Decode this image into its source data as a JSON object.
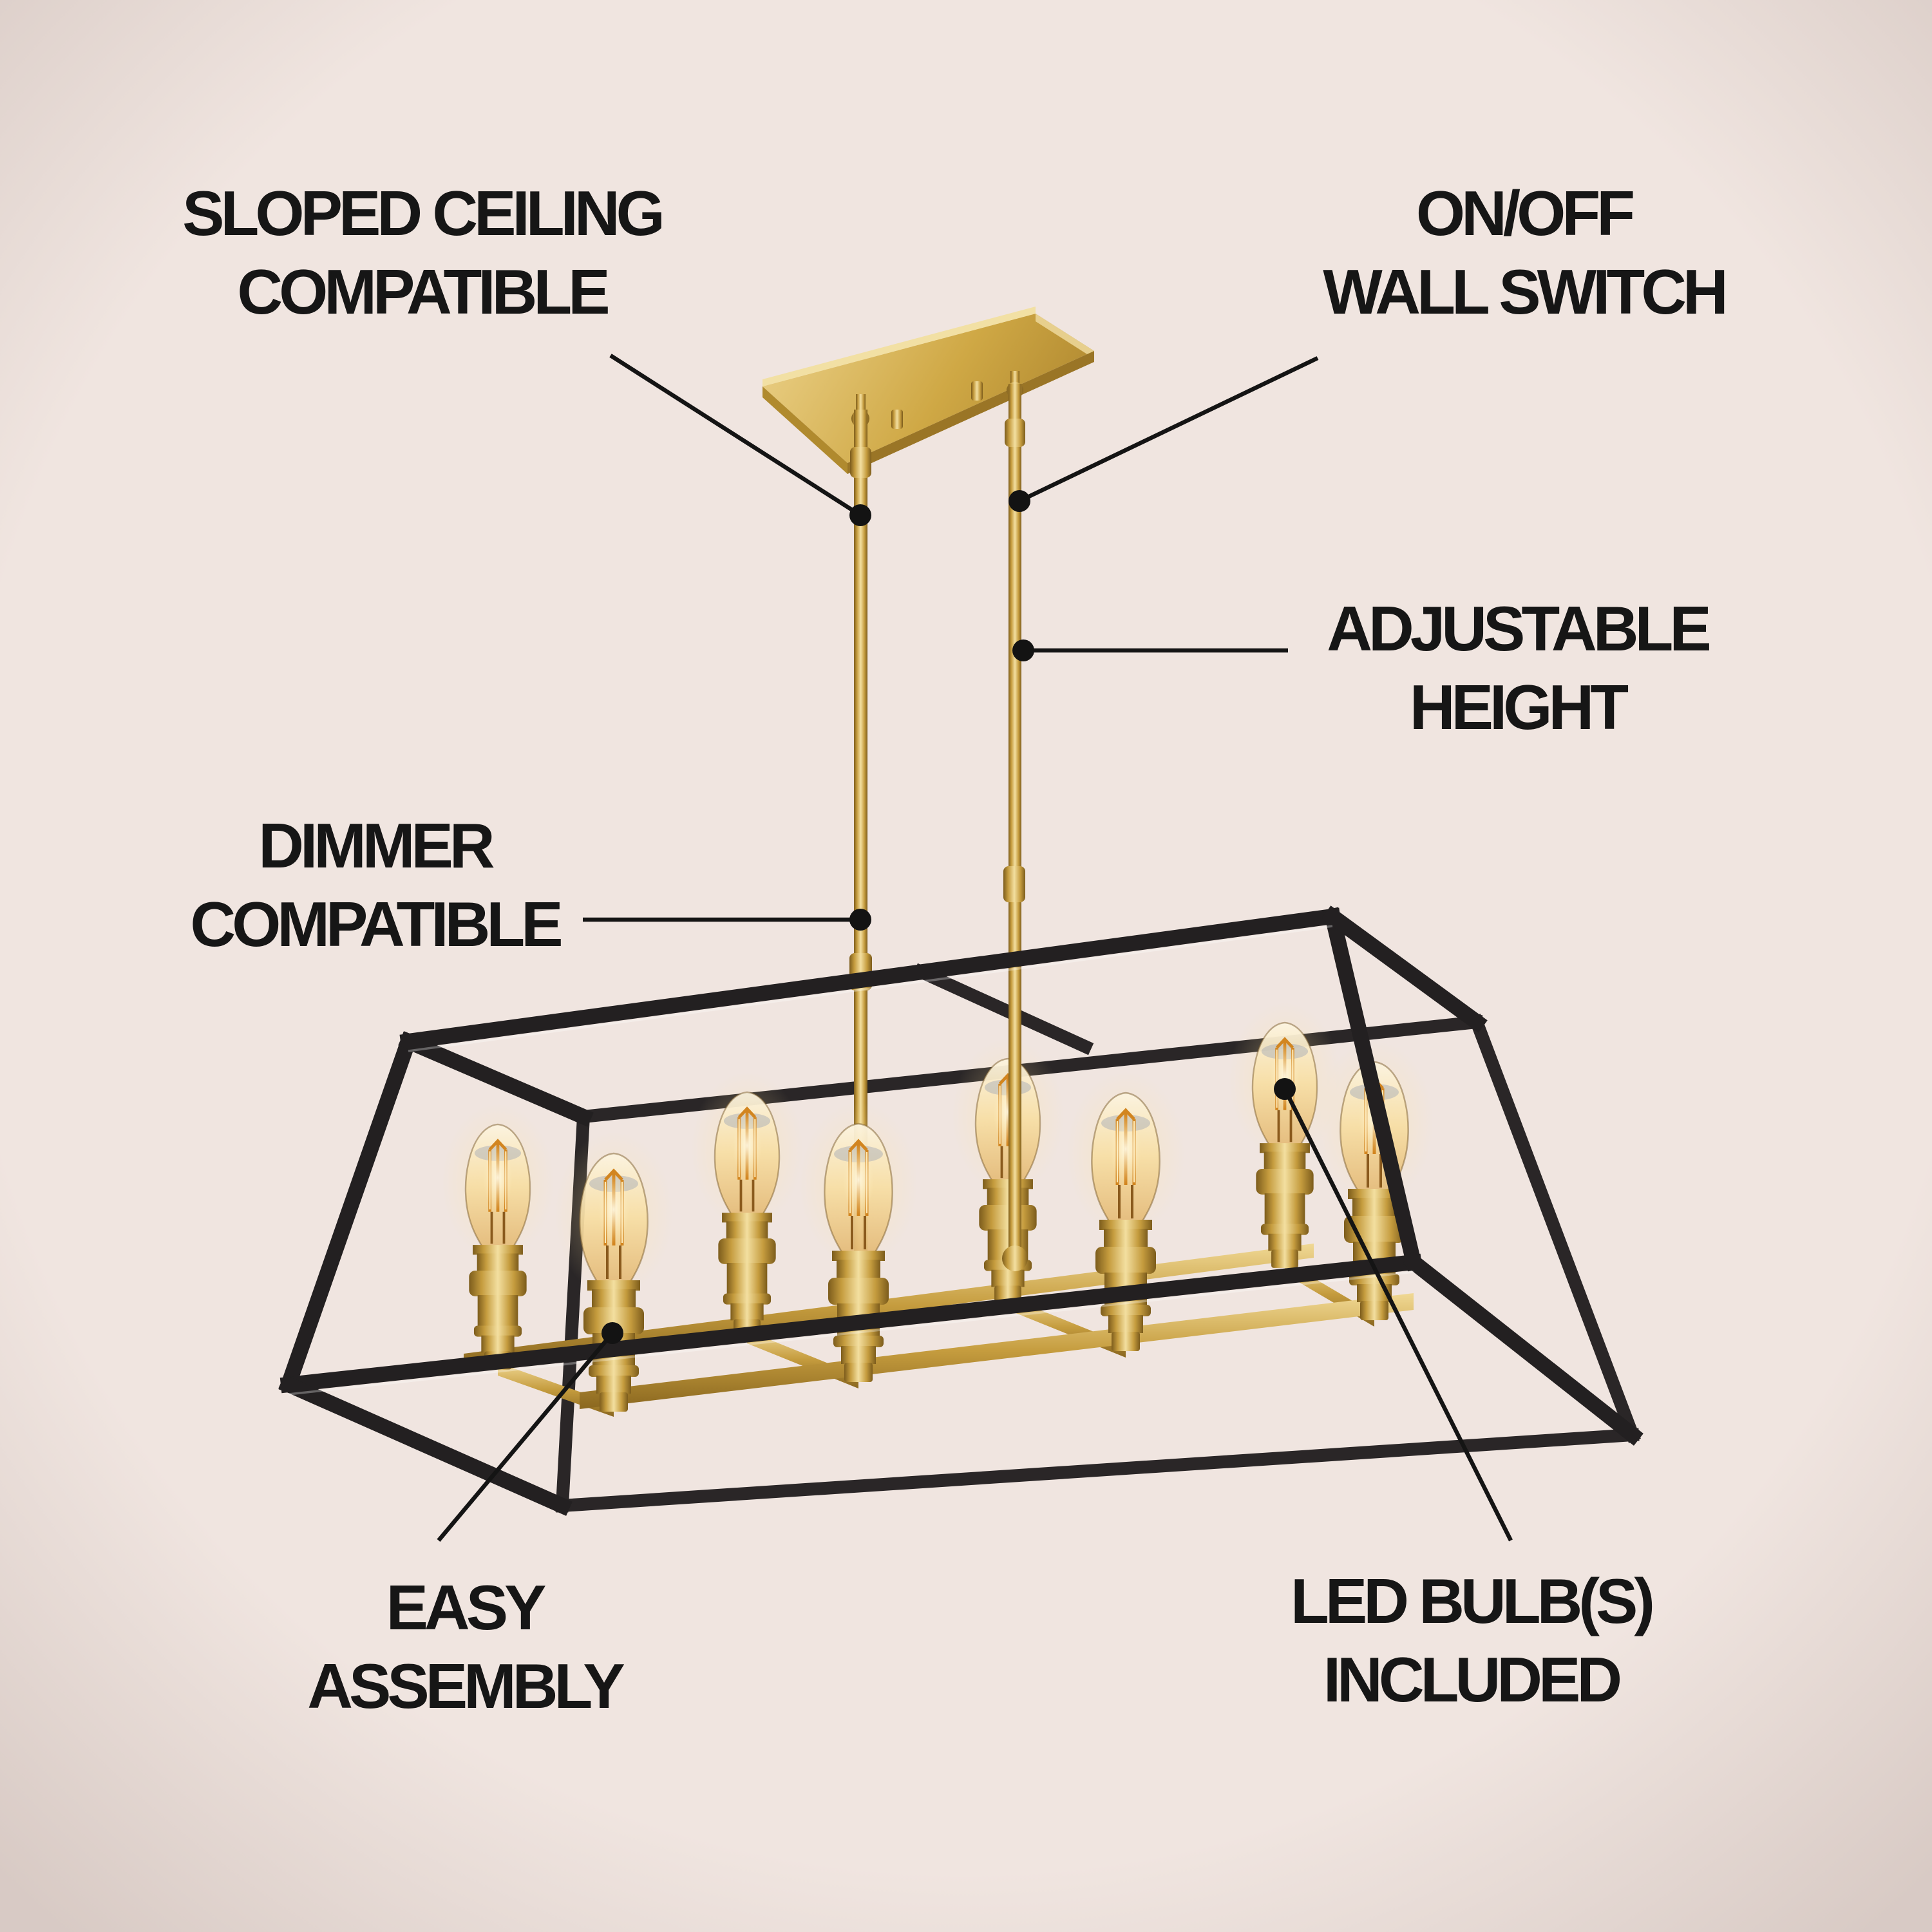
{
  "canvas": {
    "background_color": "#efe4df",
    "vignette_color": "rgba(93,64,55,0.16)",
    "text_color": "#161616",
    "callout_line_color": "#141414"
  },
  "callouts": {
    "sloped_ceiling": {
      "lines": [
        "SLOPED CEILING",
        "COMPATIBLE"
      ]
    },
    "on_off_wall_switch": {
      "lines": [
        "ON/OFF",
        "WALL SWITCH"
      ]
    },
    "adjustable_height": {
      "lines": [
        "ADJUSTABLE",
        "HEIGHT"
      ]
    },
    "dimmer_compatible": {
      "lines": [
        "DIMMER",
        "COMPATIBLE"
      ]
    },
    "easy_assembly": {
      "lines": [
        "EASY",
        "ASSEMBLY"
      ]
    },
    "led_bulbs_included": {
      "lines": [
        "LED BULB(S)",
        "INCLUDED"
      ]
    }
  },
  "fixture": {
    "bulb_count": 8,
    "colors": {
      "frame_black": "#232021",
      "brass": "#c59c3e",
      "brass_light": "#f3dfa0",
      "brass_dark": "#7c5c1c",
      "bulb_glow": "#ffeec2",
      "bulb_filament": "#d2851f"
    }
  }
}
